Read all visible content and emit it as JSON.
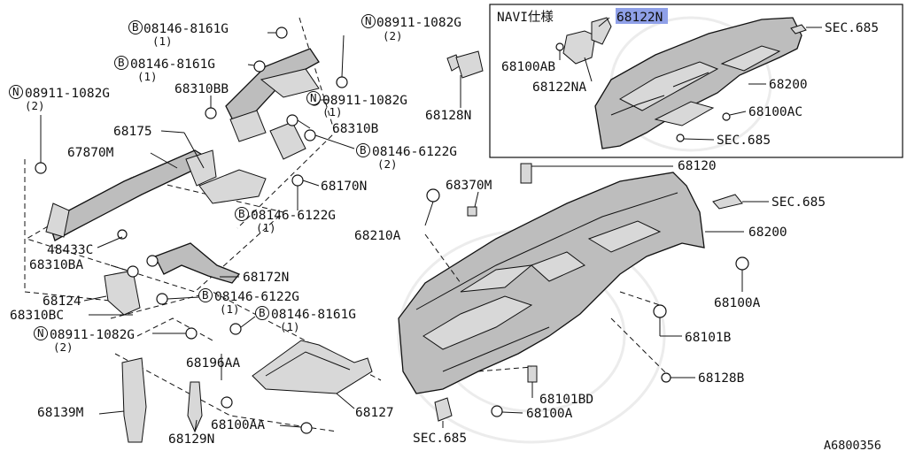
{
  "inset": {
    "title": "NAVI仕様",
    "parts": {
      "p68122N": "68122N",
      "sec685_top": "SEC.685",
      "p68100AB": "68100AB",
      "p68122NA": "68122NA",
      "p68200": "68200",
      "p68100AC": "68100AC",
      "sec685_bottom": "SEC.685"
    }
  },
  "left": {
    "b08146_8161G_1": {
      "prefix": "B",
      "code": "08146-8161G",
      "qty": "(1)"
    },
    "b08146_8161G_2": {
      "prefix": "B",
      "code": "08146-8161G",
      "qty": "(1)"
    },
    "n08911_1082G_top": {
      "prefix": "N",
      "code": "08911-1082G",
      "qty": "(2)"
    },
    "n08911_1082G_left": {
      "prefix": "N",
      "code": "08911-1082G",
      "qty": "(2)"
    },
    "n08911_1082G_mid": {
      "prefix": "N",
      "code": "08911-1082G",
      "qty": "(1)"
    },
    "b08146_6122G_a": {
      "prefix": "B",
      "code": "08146-6122G",
      "qty": "(2)"
    },
    "b08146_6122G_b": {
      "prefix": "B",
      "code": "08146-6122G",
      "qty": "(1)"
    },
    "b08146_6122G_c": {
      "prefix": "B",
      "code": "08146-6122G",
      "qty": "(1)"
    },
    "b08146_8161G_3": {
      "prefix": "B",
      "code": "08146-8161G",
      "qty": "(1)"
    },
    "n08911_1082G_low": {
      "prefix": "N",
      "code": "08911-1082G",
      "qty": "(2)"
    },
    "p68310BB": "68310BB",
    "p68128N": "68128N",
    "p68175": "68175",
    "p68310B": "68310B",
    "p67870M": "67870M",
    "p68170N": "68170N",
    "p48433C": "48433C",
    "p68310BA": "68310BA",
    "p68172N": "68172N",
    "p68124": "68124",
    "p68310BC": "68310BC",
    "p68196AA": "68196AA",
    "p68139M": "68139M",
    "p68100AA": "68100AA",
    "p68129N": "68129N",
    "p68127": "68127"
  },
  "right": {
    "p68120": "68120",
    "p68370M": "68370M",
    "sec685_a": "SEC.685",
    "p68210A": "68210A",
    "p68200": "68200",
    "p68100A_a": "68100A",
    "p68101B": "68101B",
    "p68128B": "68128B",
    "p68101BD": "68101BD",
    "p68100A_b": "68100A",
    "sec685_b": "SEC.685"
  },
  "figure_code": "A6800356",
  "colors": {
    "highlight": "#8fa0e8",
    "line": "#111111",
    "part": "#bdbdbd"
  }
}
